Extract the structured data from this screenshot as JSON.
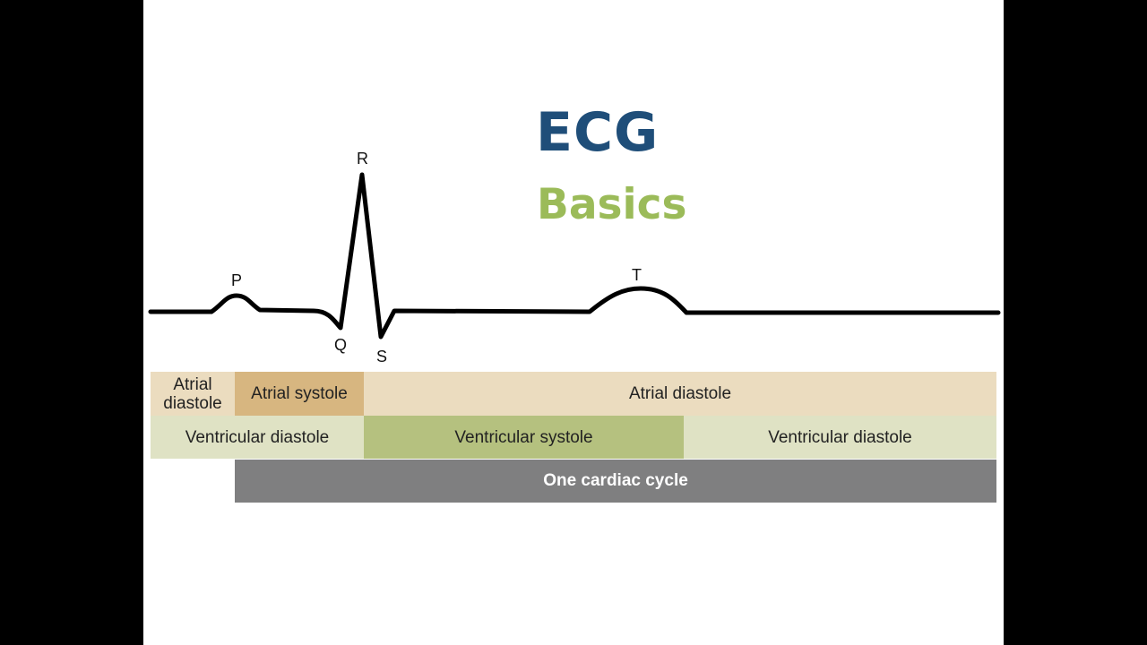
{
  "title": "ECG",
  "subtitle": "Basics",
  "wave_labels": {
    "p": "P",
    "q": "Q",
    "r": "R",
    "s": "S",
    "t": "T"
  },
  "atrial_row": {
    "left": "Atrial diastole",
    "systole": "Atrial systole",
    "right": "Atrial diastole"
  },
  "ventricular_row": {
    "left": "Ventricular diastole",
    "systole": "Ventricular systole",
    "right": "Ventricular diastole"
  },
  "cycle_label": "One cardiac cycle",
  "colors": {
    "title": "#1f4e79",
    "subtitle": "#9bbb59",
    "atrial_diastole": "#ebdcbf",
    "atrial_systole": "#d7b680",
    "ventricular_diastole": "#dfe2c4",
    "ventricular_systole": "#b5c17f",
    "cycle": "#7f7f80"
  }
}
